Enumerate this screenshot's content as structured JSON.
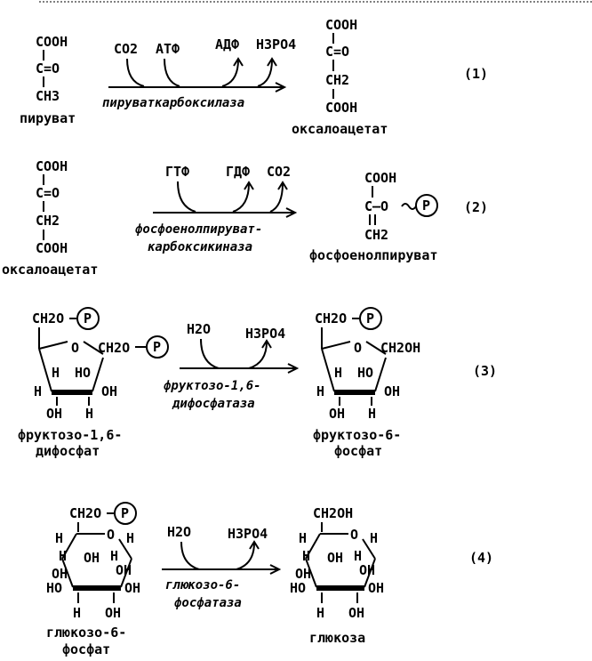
{
  "r1": {
    "pyruvate": {
      "l1": "COOH",
      "l2": "C=O",
      "l3": "CH3",
      "name": "пируват"
    },
    "co2": "CO2",
    "atp": "АТФ",
    "adp": "АДФ",
    "h3po4": "H3PO4",
    "enzyme": "пируваткарбоксилаза",
    "product": {
      "l1": "COOH",
      "l2": "C=O",
      "l3": "CH2",
      "l4": "COOH",
      "name": "оксалоацетат"
    },
    "number": "(1)"
  },
  "r2": {
    "substrate": {
      "l1": "COOH",
      "l2": "C=O",
      "l3": "CH2",
      "l4": "COOH",
      "name": "оксалоацетат"
    },
    "gtp": "ГТФ",
    "gdp": "ГДФ",
    "co2": "CO2",
    "enzyme1": "фосфоенолпируват-",
    "enzyme2": "карбоксикиназа",
    "product": {
      "l1": "COOH",
      "l2": "C–O",
      "p": "P",
      "l3": "CH2",
      "name": "фосфоенолпируват"
    },
    "number": "(2)"
  },
  "r3": {
    "substrate": {
      "ch2o_top": "CH2O",
      "p": "P",
      "ch2o_right": "CH2O",
      "o": "O",
      "h1": "H",
      "ho": "HO",
      "h2": "H",
      "oh1": "OH",
      "oh2": "OH",
      "h3": "H",
      "name1": "фруктозо-1,6-",
      "name2": "дифосфат"
    },
    "h2o": "H2O",
    "h3po4": "H3PO4",
    "enzyme1": "фруктозо-1,6-",
    "enzyme2": "дифосфатаза",
    "product": {
      "ch2o_top": "CH2O",
      "p": "P",
      "ch2oh": "CH2OH",
      "o": "O",
      "h1": "H",
      "ho": "HO",
      "h2": "H",
      "oh1": "OH",
      "oh2": "OH",
      "h3": "H",
      "name1": "фруктозо-6-",
      "name2": "фосфат"
    },
    "number": "(3)"
  },
  "r4": {
    "substrate": {
      "ch2o": "CH2O",
      "p": "P",
      "h": "H",
      "o": "O",
      "oh": "OH",
      "ho": "HO",
      "name1": "глюкозо-6-",
      "name2": "фосфат"
    },
    "h2o": "H2O",
    "h3po4": "H3PO4",
    "enzyme1": "глюкозо-6-",
    "enzyme2": "фосфатаза",
    "product": {
      "ch2oh": "CH2OH",
      "h": "H",
      "o": "O",
      "oh": "OH",
      "ho": "HO",
      "name": "глюкоза"
    },
    "number": "(4)"
  }
}
